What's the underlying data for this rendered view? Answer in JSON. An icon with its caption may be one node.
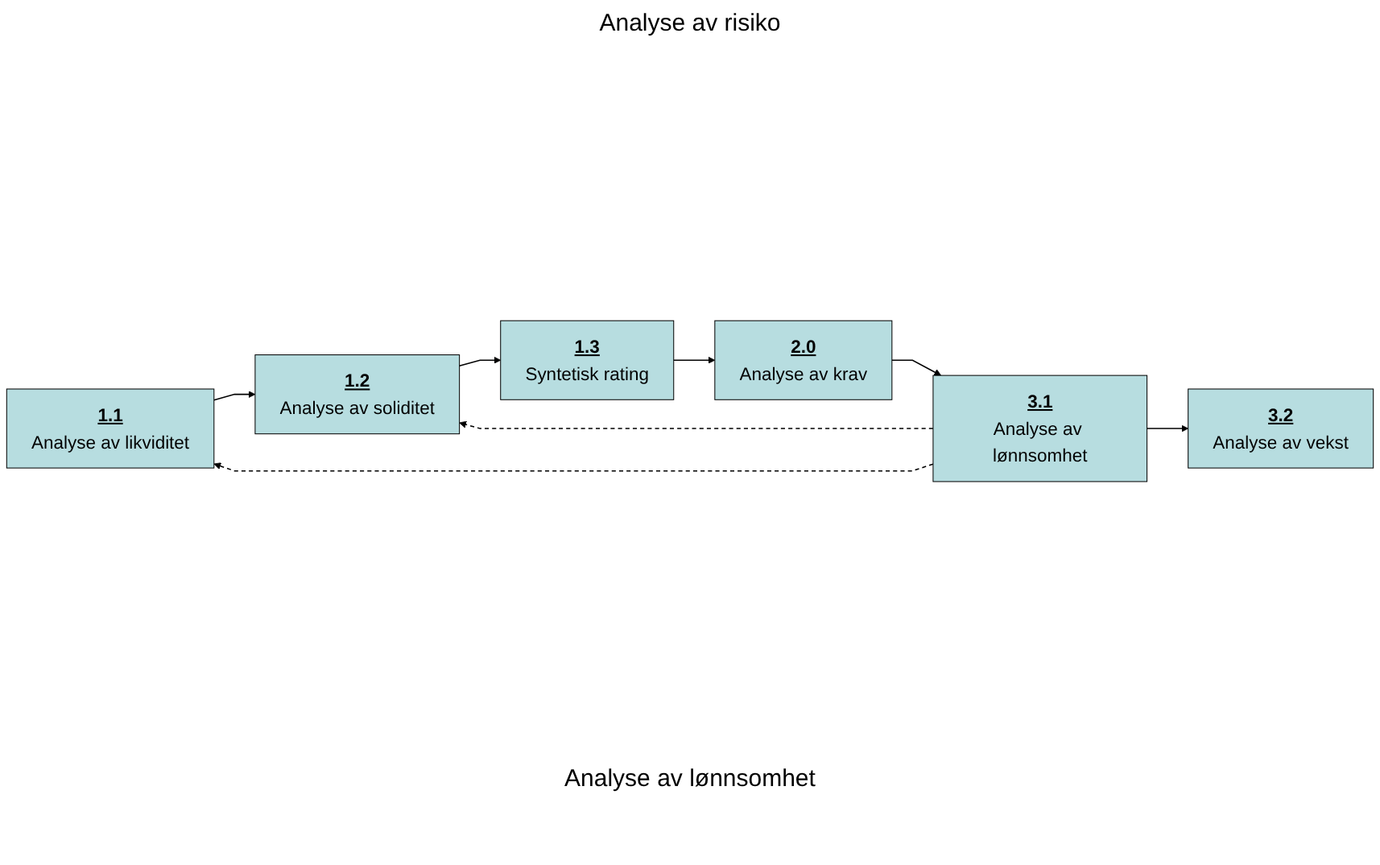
{
  "diagram": {
    "nodes": [
      {
        "text": [
          "1.1",
          "Analyse av likviditet"
        ]
      },
      {
        "text": [
          "1.2",
          "Analyse av soliditet"
        ]
      },
      {
        "text": [
          "1.3",
          "Syntetisk rating"
        ]
      },
      {
        "text": [
          "2.0",
          "Analyse av krav"
        ]
      },
      {
        "text": [
          "3.1",
          "Analyse av lønnsomhet"
        ]
      },
      {
        "text": [
          "3.2",
          "Analyse av vekst"
        ]
      }
    ],
    "edges": [
      {
        "from": 0,
        "to": 1,
        "arrow": "to"
      },
      {
        "from": 1,
        "to": 2,
        "arrow": "to"
      },
      {
        "from": 2,
        "to": 3,
        "arrow": "to"
      },
      {
        "from": 3,
        "to": 4,
        "arrow": "to"
      },
      {
        "from": 4,
        "to": 5,
        "arrow": "to"
      },
      {
        "from": 4,
        "to": 1,
        "arrow": "to",
        "style": "dashed"
      },
      {
        "from": 4,
        "to": 0,
        "arrow": "to",
        "style": "dashed"
      }
    ],
    "labels": [
      "Analyse av risiko",
      "Analyse av lønnsomhet"
    ]
  }
}
